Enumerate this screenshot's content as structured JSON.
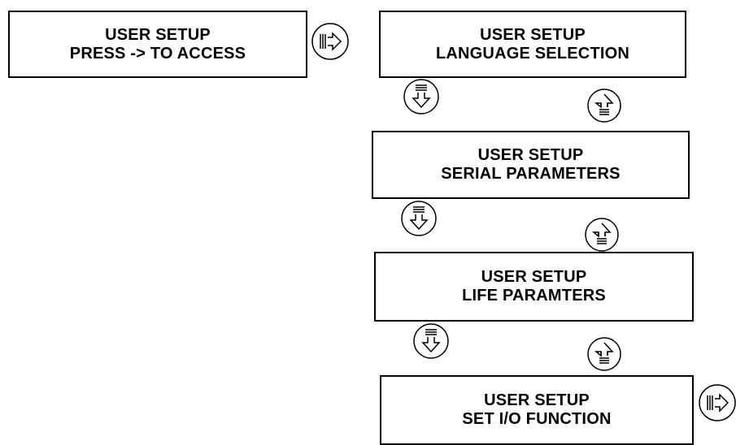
{
  "screens": [
    {
      "line1": "USER SETUP",
      "line2": "PRESS -> TO ACCESS"
    },
    {
      "line1": "USER SETUP",
      "line2": "LANGUAGE SELECTION"
    },
    {
      "line1": "USER SETUP",
      "line2": "SERIAL PARAMETERS"
    },
    {
      "line1": "USER SETUP",
      "line2": "LIFE PARAMTERS"
    },
    {
      "line1": "USER SETUP",
      "line2": "SET I/O FUNCTION"
    }
  ],
  "icons": {
    "right": "right-arrow-key-icon",
    "down": "down-arrow-key-icon",
    "up": "up-arrow-key-icon"
  }
}
